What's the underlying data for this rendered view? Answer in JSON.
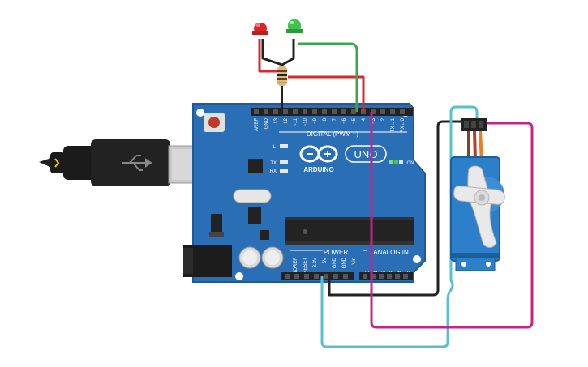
{
  "board": {
    "name": "UNO",
    "brand": "ARDUINO",
    "digital_label": "DIGITAL (PWM ~)",
    "analog_label": "ANALOG IN",
    "power_label": "POWER",
    "on_label": "ON",
    "led_l": "L",
    "led_tx": "TX",
    "led_rx": "RX",
    "digital_pins": [
      "AREF",
      "GND",
      "13",
      "12",
      "~11",
      "~10",
      "~9",
      "8",
      "7",
      "~6",
      "~5",
      "4",
      "~3",
      "2",
      "TX→1",
      "RX←0"
    ],
    "power_pins": [
      "IOREF",
      "RESET",
      "3.3V",
      "5V",
      "GND",
      "GND",
      "Vin"
    ],
    "analog_pins": [
      "A0",
      "A1",
      "A2",
      "A3",
      "A4",
      "A5"
    ]
  },
  "components": {
    "led_red": "red LED",
    "led_green": "green LED",
    "resistor": "resistor",
    "servo": "micro servo",
    "usb_cable": "USB cable"
  },
  "colors": {
    "board": "#2a6fb5",
    "board_dark": "#1f5a96",
    "wire_red": "#d62b2b",
    "wire_green": "#3aa84a",
    "wire_black": "#222222",
    "wire_magenta": "#c2268a",
    "wire_cyan": "#5bbfcf",
    "servo_blue": "#2d7fc9",
    "servo_horn": "#e9e9e9"
  }
}
